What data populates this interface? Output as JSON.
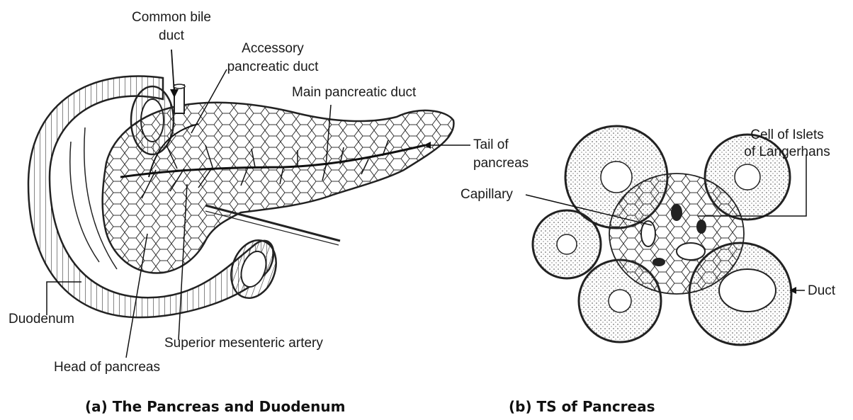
{
  "figure_a": {
    "labels": {
      "common_bile_duct_1": "Common bile",
      "common_bile_duct_2": "duct",
      "accessory_duct_1": "Accessory",
      "accessory_duct_2": "pancreatic duct",
      "main_duct": "Main pancreatic duct",
      "tail_1": "Tail of",
      "tail_2": "pancreas",
      "duodenum": "Duodenum",
      "superior_artery": "Superior mesenteric artery",
      "head": "Head of pancreas"
    },
    "caption": "(a) The Pancreas and Duodenum"
  },
  "figure_b": {
    "labels": {
      "islets_1": "Cell of Islets",
      "islets_2": "of Langerhans",
      "capillary": "Capillary",
      "duct": "Duct"
    },
    "caption": "(b) TS of Pancreas"
  }
}
